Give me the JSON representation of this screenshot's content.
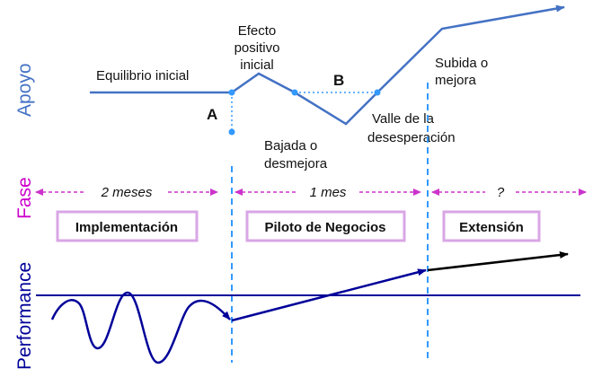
{
  "axes": {
    "apoyo": "Apoyo",
    "fase": "Fase",
    "performance": "Performance"
  },
  "support_labels": {
    "equilibrio": "Equilibrio inicial",
    "efecto_1": "Efecto",
    "efecto_2": "positivo",
    "efecto_3": "inicial",
    "point_a": "A",
    "point_b": "B",
    "bajada_1": "Bajada o",
    "bajada_2": "desmejora",
    "valle_1": "Valle de la",
    "valle_2": "desesperación",
    "subida_1": "Subida o",
    "subida_2": "mejora"
  },
  "durations": {
    "phase1": "2 meses",
    "phase2": "1 mes",
    "phase3": "?"
  },
  "phases": {
    "implementacion": "Implementación",
    "piloto": "Piloto de Negocios",
    "extension": "Extensión"
  },
  "colors": {
    "support_line": "#4472c4",
    "point": "#3399ff",
    "dashed": "#3399ff",
    "phase_arrow": "#cc33cc",
    "phase_box": "#d9a6e6",
    "performance": "#000099",
    "axis_apoyo": "#4472c4",
    "axis_fase": "#cc00cc",
    "axis_performance": "#000099"
  }
}
